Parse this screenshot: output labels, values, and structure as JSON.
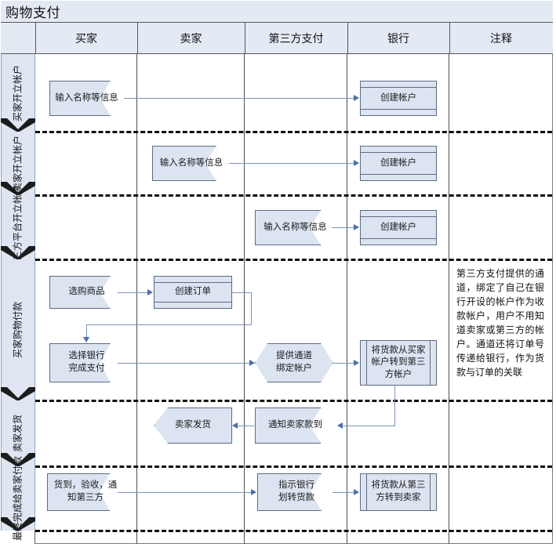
{
  "diagram": {
    "title": "购物支付",
    "columns": [
      {
        "key": "lane",
        "label": ""
      },
      {
        "key": "buyer",
        "label": "买家"
      },
      {
        "key": "seller",
        "label": "卖家"
      },
      {
        "key": "thirdparty",
        "label": "第三方支付"
      },
      {
        "key": "bank",
        "label": "银行"
      },
      {
        "key": "notes",
        "label": "注释"
      }
    ],
    "phases": [
      {
        "id": "p1",
        "label": "买家开立帐户"
      },
      {
        "id": "p2",
        "label": "卖家开立帐户"
      },
      {
        "id": "p3",
        "label": "第三方平台开立帐户"
      },
      {
        "id": "p4",
        "label": "买家购物付款"
      },
      {
        "id": "p5",
        "label": "卖家发货"
      },
      {
        "id": "p6",
        "label": "最终完成给卖家付款"
      }
    ],
    "nodes": {
      "n1_input": "输入名称等信息",
      "n1_create": "创建帐户",
      "n2_input": "输入名称等信息",
      "n2_create": "创建帐户",
      "n3_input": "输入名称等信息",
      "n3_create": "创建帐户",
      "n4_pick": "选购商品",
      "n4_order": "创建订单",
      "n4_paybank": "选择银行\n完成支付",
      "n4_paybank_l1": "选择银行",
      "n4_paybank_l2": "完成支付",
      "n4_channel_l1": "提供通道",
      "n4_channel_l2": "绑定帐户",
      "n4_transfer_l1": "将货款从买家",
      "n4_transfer_l2": "帐户转到第三",
      "n4_transfer_l3": "方帐户",
      "n5_ship": "卖家发货",
      "n5_notify": "通知卖家款到",
      "n6_received_l1": "货到，验收，通",
      "n6_received_l2": "知第三方",
      "n6_instruct_l1": "指示银行",
      "n6_instruct_l2": "划转货款",
      "n6_settle_l1": "将货款从第三",
      "n6_settle_l2": "方转到卖家"
    },
    "note_row4": "第三方支付提供的通道，绑定了自己在银行开设的帐户作为收款帐户，用户不用知道卖家或第三方的帐户。通道还将订单号传递给银行，作为货款与订单的关联",
    "colors": {
      "header_fill": "#e4eaf4",
      "shape_fill": "#dce4f2",
      "shape_stroke": "#5f6b7f",
      "lane_fill": "#dfe6f2",
      "connector": "#7f94b8",
      "arrow": "#4b6fa8",
      "frame": "#7a7a7a",
      "divider": "#111111"
    }
  }
}
